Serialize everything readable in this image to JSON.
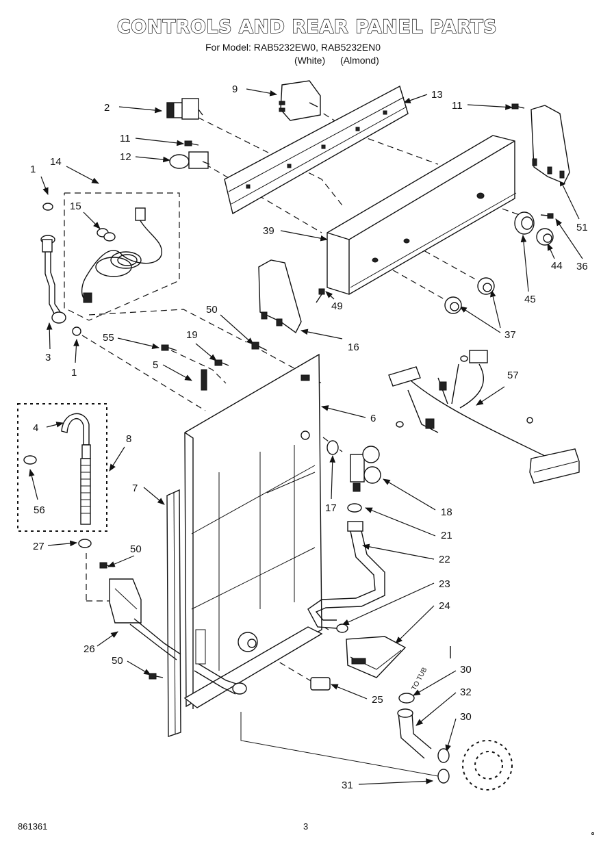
{
  "header": {
    "title": "CONTROLS AND REAR PANEL PARTS",
    "model_line": "For Model: RAB5232EW0, RAB5232EN0",
    "variant_white": "(White)",
    "variant_almond": "(Almond)"
  },
  "footer": {
    "code": "861361",
    "page": "3"
  },
  "callouts": [
    "1",
    "1",
    "2",
    "3",
    "4",
    "5",
    "6",
    "7",
    "8",
    "9",
    "11",
    "11",
    "12",
    "13",
    "14",
    "15",
    "16",
    "17",
    "18",
    "19",
    "21",
    "22",
    "23",
    "24",
    "25",
    "26",
    "27",
    "30",
    "30",
    "31",
    "32",
    "36",
    "37",
    "39",
    "44",
    "45",
    "49",
    "50",
    "50",
    "50",
    "51",
    "55",
    "56",
    "57"
  ],
  "annotation_to_tub": "TO TUB"
}
